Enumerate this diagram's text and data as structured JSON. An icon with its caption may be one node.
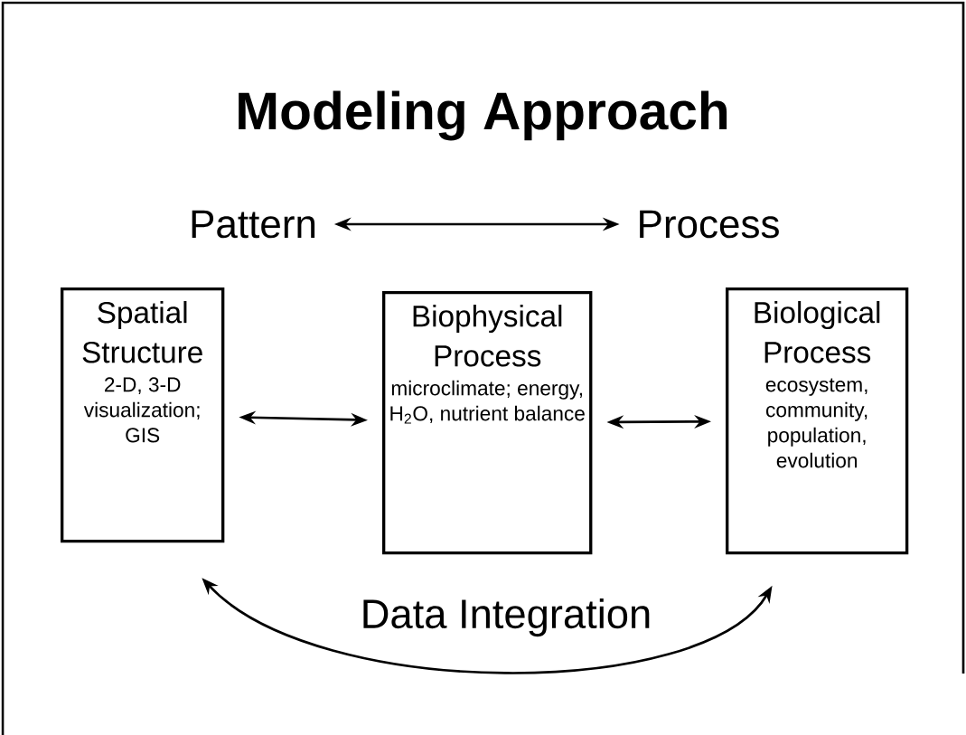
{
  "diagram": {
    "title": "Modeling Approach",
    "nodes": [
      {
        "text": [
          "Pattern"
        ]
      },
      {
        "text": [
          "Process"
        ]
      },
      {
        "text": [
          "Spatial Structure",
          "2-D, 3-D visualization; GIS"
        ]
      },
      {
        "text": [
          "Biophysical Process",
          "microclimate; energy, H$_{2}$O, nutrient balance"
        ]
      },
      {
        "text": [
          "Biological Process",
          "ecosystem, community, population, evolution"
        ]
      }
    ],
    "edges": [
      {
        "from": 0,
        "to": 1,
        "arrow": "both"
      },
      {
        "from": 2,
        "to": 3,
        "arrow": "both"
      },
      {
        "from": 3,
        "to": 4,
        "arrow": "both"
      },
      {
        "from": 2,
        "to": 4,
        "arrow": "both",
        "label": "Data Integration"
      }
    ]
  }
}
